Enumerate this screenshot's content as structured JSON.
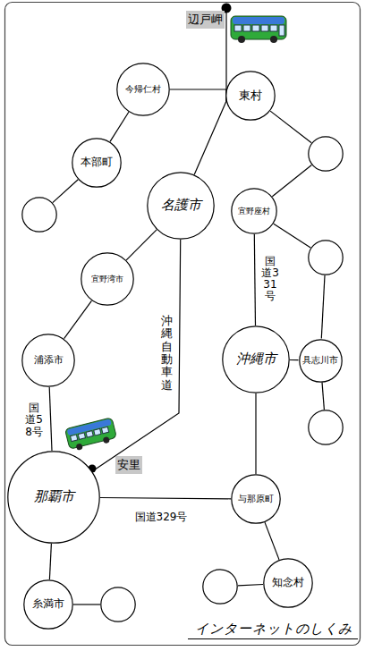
{
  "diagram": {
    "caption": "インターネットのしくみ",
    "nodes": [
      {
        "text": [
          "今帰仁村"
        ]
      },
      {
        "text": [
          "東村"
        ]
      },
      {
        "text": []
      },
      {
        "text": [
          "本部町"
        ]
      },
      {
        "text": [
          "名護市"
        ]
      },
      {
        "text": [
          "宜野座村"
        ]
      },
      {
        "text": []
      },
      {
        "text": []
      },
      {
        "text": [
          "宜野湾市"
        ]
      },
      {
        "text": [
          "浦添市"
        ]
      },
      {
        "text": [
          "沖縄市"
        ]
      },
      {
        "text": [
          "具志川市"
        ]
      },
      {
        "text": []
      },
      {
        "text": [
          "那覇市"
        ]
      },
      {
        "text": [
          "与那原町"
        ]
      },
      {
        "text": [
          "知念村"
        ]
      },
      {
        "text": [
          "糸満市"
        ]
      },
      {
        "text": []
      },
      {
        "text": []
      }
    ],
    "edges": [
      {
        "from": 0,
        "to": 1,
        "arrow": "none"
      },
      {
        "from": 1,
        "to": 4,
        "arrow": "none"
      },
      {
        "from": 0,
        "to": 3,
        "arrow": "none"
      },
      {
        "from": 3,
        "to": 6,
        "arrow": "none"
      },
      {
        "from": 1,
        "to": 2,
        "arrow": "none"
      },
      {
        "from": 2,
        "to": 5,
        "arrow": "none"
      },
      {
        "from": 5,
        "to": 7,
        "arrow": "none"
      },
      {
        "from": 5,
        "to": 10,
        "label": "国道331号",
        "arrow": "none"
      },
      {
        "from": 7,
        "to": 11,
        "arrow": "none"
      },
      {
        "from": 10,
        "to": 11,
        "arrow": "none"
      },
      {
        "from": 11,
        "to": 12,
        "arrow": "none"
      },
      {
        "from": 10,
        "to": 14,
        "arrow": "none"
      },
      {
        "from": 4,
        "to": 8,
        "arrow": "none"
      },
      {
        "from": 8,
        "to": 9,
        "arrow": "none"
      },
      {
        "from": 9,
        "to": 13,
        "label": "国道58号",
        "arrow": "none"
      },
      {
        "from": 4,
        "to": 13,
        "label": "沖縄自動車道",
        "arrow": "none"
      },
      {
        "from": 13,
        "to": 14,
        "label": "国道329号",
        "arrow": "none"
      },
      {
        "from": 14,
        "to": 15,
        "arrow": "none"
      },
      {
        "from": 15,
        "to": 18,
        "arrow": "none"
      },
      {
        "from": 13,
        "to": 16,
        "arrow": "none"
      },
      {
        "from": 16,
        "to": 17,
        "arrow": "none"
      }
    ],
    "labels": [
      "辺戸岬",
      "安里"
    ]
  }
}
